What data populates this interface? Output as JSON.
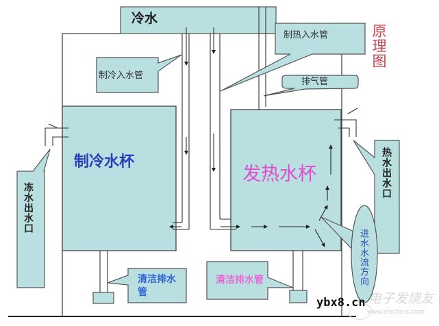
{
  "diagram": {
    "title": "原理图",
    "colors": {
      "box_fill": "#b9dfe1",
      "line": "#333333",
      "cold_cup_text": "#2b3fb8",
      "hot_cup_text": "#e04bd0",
      "title_red": "#c9424e",
      "drain_label_blue": "#2f64d6",
      "drain_label_pink": "#e86ad8",
      "flow_label_blue": "#2c4fb0"
    },
    "nodes": {
      "cold_water_supply": "冷水",
      "cold_cup": "制冷水杯",
      "hot_cup": "发热水杯"
    },
    "callouts": {
      "cold_inlet_pipe": "制冷入水管",
      "hot_inlet_pipe": "制热入水管",
      "vent_pipe": "排气管",
      "cold_outlet": "冻水出水口",
      "hot_outlet": "热水出水口",
      "inlet_flow_direction": "进水水流方向",
      "drain_left": "清洁排水管",
      "drain_right": "清洁排水管"
    },
    "edges": [
      {
        "from": "冷水",
        "to": "制冷水杯",
        "via": "制冷入水管",
        "direction": "down"
      },
      {
        "from": "冷水",
        "to": "发热水杯",
        "via": "制热入水管",
        "direction": "down"
      },
      {
        "from": "发热水杯",
        "to": "热水出水口",
        "direction": "up"
      },
      {
        "from": "制冷水杯",
        "to": "冻水出水口"
      },
      {
        "from": "制冷水杯",
        "to": "清洁排水管"
      },
      {
        "from": "发热水杯",
        "to": "清洁排水管"
      },
      {
        "from": "发热水杯",
        "to": "排气管",
        "direction": "up"
      }
    ]
  },
  "watermark": {
    "site": "ybx8.cn",
    "brand": "电子发烧友",
    "url": "www.elecfans.com"
  }
}
